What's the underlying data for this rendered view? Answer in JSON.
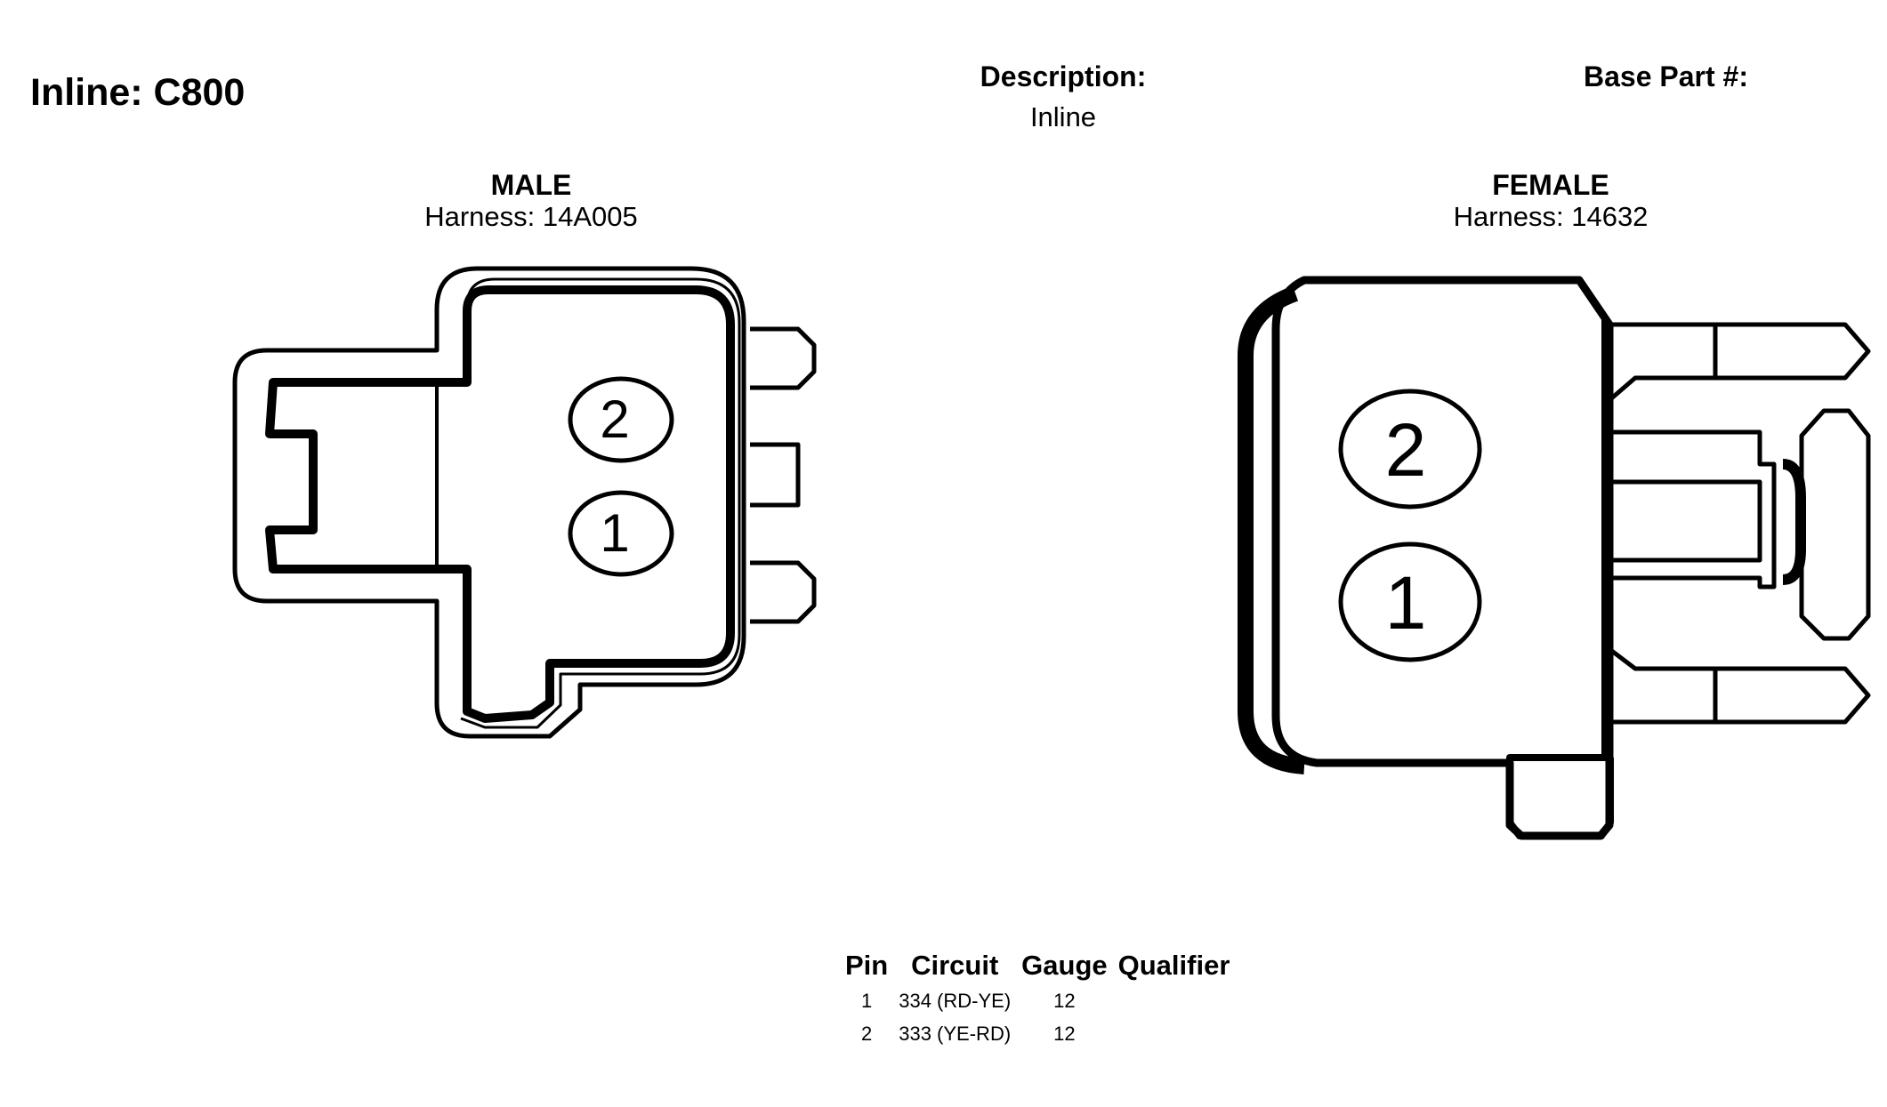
{
  "header": {
    "title": "Inline: C800",
    "description_label": "Description:",
    "description_value": "Inline",
    "base_part_label": "Base Part #:"
  },
  "connectors": {
    "male": {
      "label": "MALE",
      "harness": "Harness: 14A005",
      "pins": [
        "2",
        "1"
      ]
    },
    "female": {
      "label": "FEMALE",
      "harness": "Harness: 14632",
      "pins": [
        "2",
        "1"
      ]
    }
  },
  "pin_table": {
    "headers": [
      "Pin",
      "Circuit",
      "Gauge",
      "Qualifier"
    ],
    "rows": [
      {
        "pin": "1",
        "circuit": "334 (RD-YE)",
        "gauge": "12",
        "qualifier": ""
      },
      {
        "pin": "2",
        "circuit": "333 (YE-RD)",
        "gauge": "12",
        "qualifier": ""
      }
    ]
  }
}
